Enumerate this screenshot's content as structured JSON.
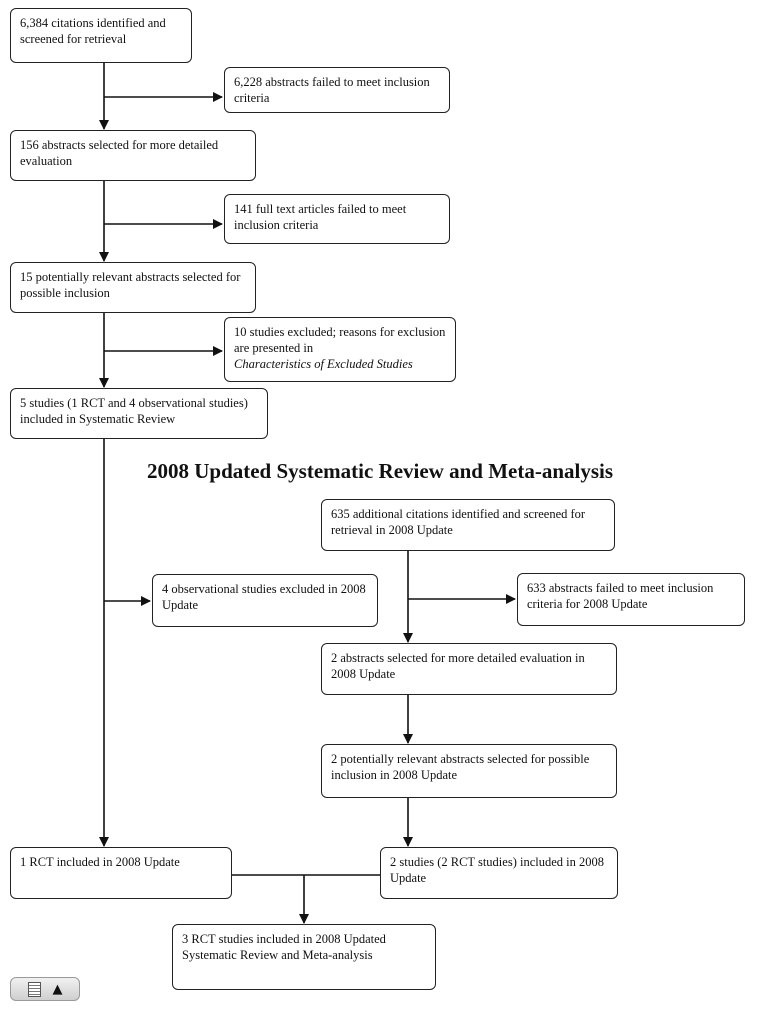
{
  "boxes": {
    "b1": "6,384 citations identified and screened for retrieval",
    "b2": "6,228 abstracts failed to meet inclusion criteria",
    "b3": "156 abstracts selected for more detailed evaluation",
    "b4": "141 full text articles failed to meet inclusion criteria",
    "b5": "15 potentially relevant abstracts selected for possible inclusion",
    "b6_text": "10 studies excluded; reasons for exclusion are presented in",
    "b6_italic": "Characteristics of Excluded Studies",
    "b7": "5 studies (1 RCT and 4 observational studies) included in Systematic Review",
    "b8": "635 additional citations identified and screened for retrieval in 2008 Update",
    "b9": "4 observational studies excluded in 2008 Update",
    "b10": "633 abstracts failed to meet inclusion criteria for 2008 Update",
    "b11": "2 abstracts selected for more detailed evaluation in 2008 Update",
    "b12": "2 potentially relevant abstracts selected for possible inclusion in 2008 Update",
    "b13": "1 RCT included in 2008 Update",
    "b14": "2 studies (2 RCT studies) included in 2008 Update",
    "b15": "3 RCT studies included in 2008 Updated Systematic Review and Meta-analysis"
  },
  "section_title": "2008 Updated Systematic Review and Meta-analysis",
  "widget": {
    "doc_icon": "document-icon",
    "up_icon": "▲"
  }
}
